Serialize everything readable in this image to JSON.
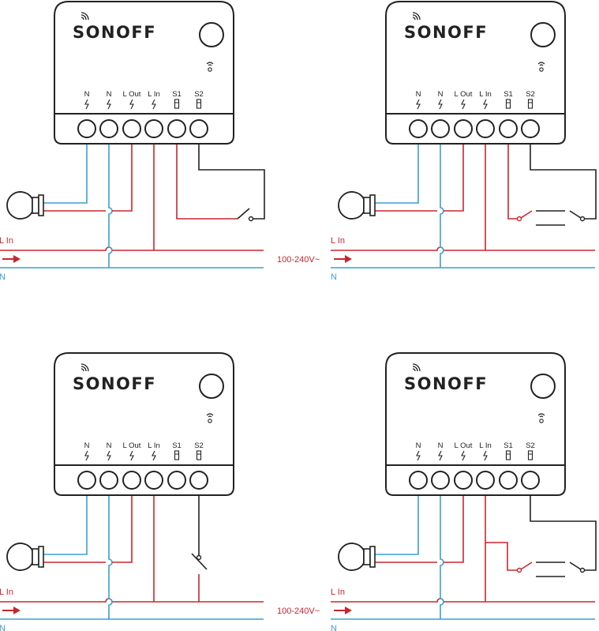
{
  "colors": {
    "live": "#c8262f",
    "neutral": "#3aa0d0",
    "stroke": "#222222"
  },
  "device": {
    "brand": "SONOFF",
    "terminals": [
      "N",
      "N",
      "L Out",
      "L In",
      "S1",
      "S2"
    ]
  },
  "supply": {
    "live_label": "L In",
    "voltage_label": "100-240V~",
    "neutral_label": "N"
  },
  "icons": {
    "wifi": "wifi-icon",
    "bolt": "bolt-icon",
    "switch_terminal": "switch-terminal-icon",
    "bulb": "light-bulb-icon",
    "arrow": "arrow-right-icon"
  },
  "diagrams": [
    {
      "id": "s2-single-switch",
      "switch": "one-way-horizontal"
    },
    {
      "id": "s1-two-way-switch",
      "switch": "two-way"
    },
    {
      "id": "s2-vertical-switch",
      "switch": "one-way-vertical"
    },
    {
      "id": "s1-s2-two-way-switch",
      "switch": "two-way-both"
    }
  ]
}
